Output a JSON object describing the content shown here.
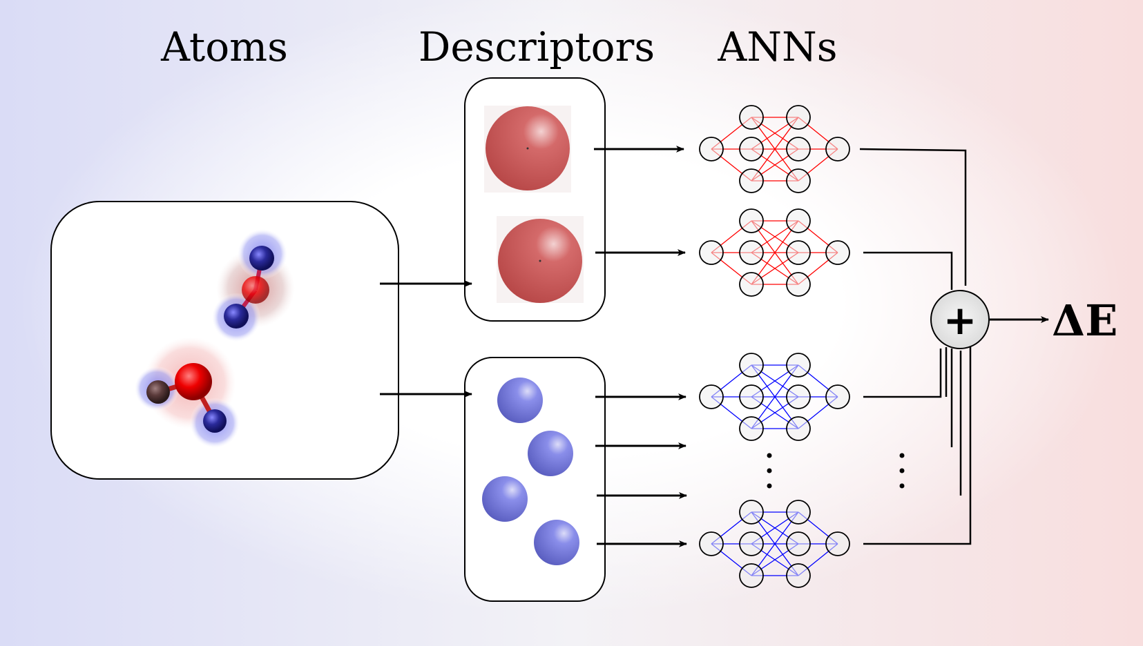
{
  "headings": {
    "atoms": "Atoms",
    "descriptors": "Descriptors",
    "anns": "ANNs"
  },
  "sum_symbol": "+",
  "output_label": "ΔE",
  "colors": {
    "oxygen": "#d9534f",
    "hydrogen": "#6b6fe0",
    "red_network": "#ff0000",
    "blue_network": "#0000ff",
    "node_fill": "#eeeeee",
    "arrow": "#000000"
  },
  "networks": [
    {
      "color": "red"
    },
    {
      "color": "red"
    },
    {
      "color": "blue"
    },
    {
      "color": "blue"
    }
  ]
}
